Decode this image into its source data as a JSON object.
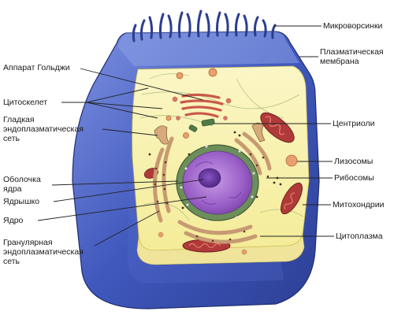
{
  "labels": {
    "microvilli": "Микроворсинки",
    "plasma_membrane": "Плазматическая\nмембрана",
    "golgi": "Аппарат Гольджи",
    "cytoskeleton": "Цитоскелет",
    "smooth_er": "Гладкая\nэндоплазматическая\nсеть",
    "centrioles": "Центриоли",
    "lysosomes": "Лизосомы",
    "nuclear_envelope": "Оболочка\nядра",
    "ribosomes": "Рибосомы",
    "nucleolus": "Ядрышко",
    "mitochondria": "Митохондрии",
    "nucleus": "Ядро",
    "cytoplasm": "Цитоплазма",
    "rough_er": "Гранулярная\nэндоплазматическая\nсеть"
  },
  "colors": {
    "membrane_blue": "#3f56b8",
    "membrane_blue_light": "#8aa0e6",
    "cytoplasm": "#f7f1a8",
    "nucleus_purple": "#9b5fc8",
    "nucleolus": "#5b2f96",
    "envelope_green": "#6c8e5a",
    "rough_er": "#c79a72",
    "mitochondria": "#b03a3a",
    "golgi": "#d9786a",
    "lysosome": "#e8a070",
    "line": "#222222"
  }
}
